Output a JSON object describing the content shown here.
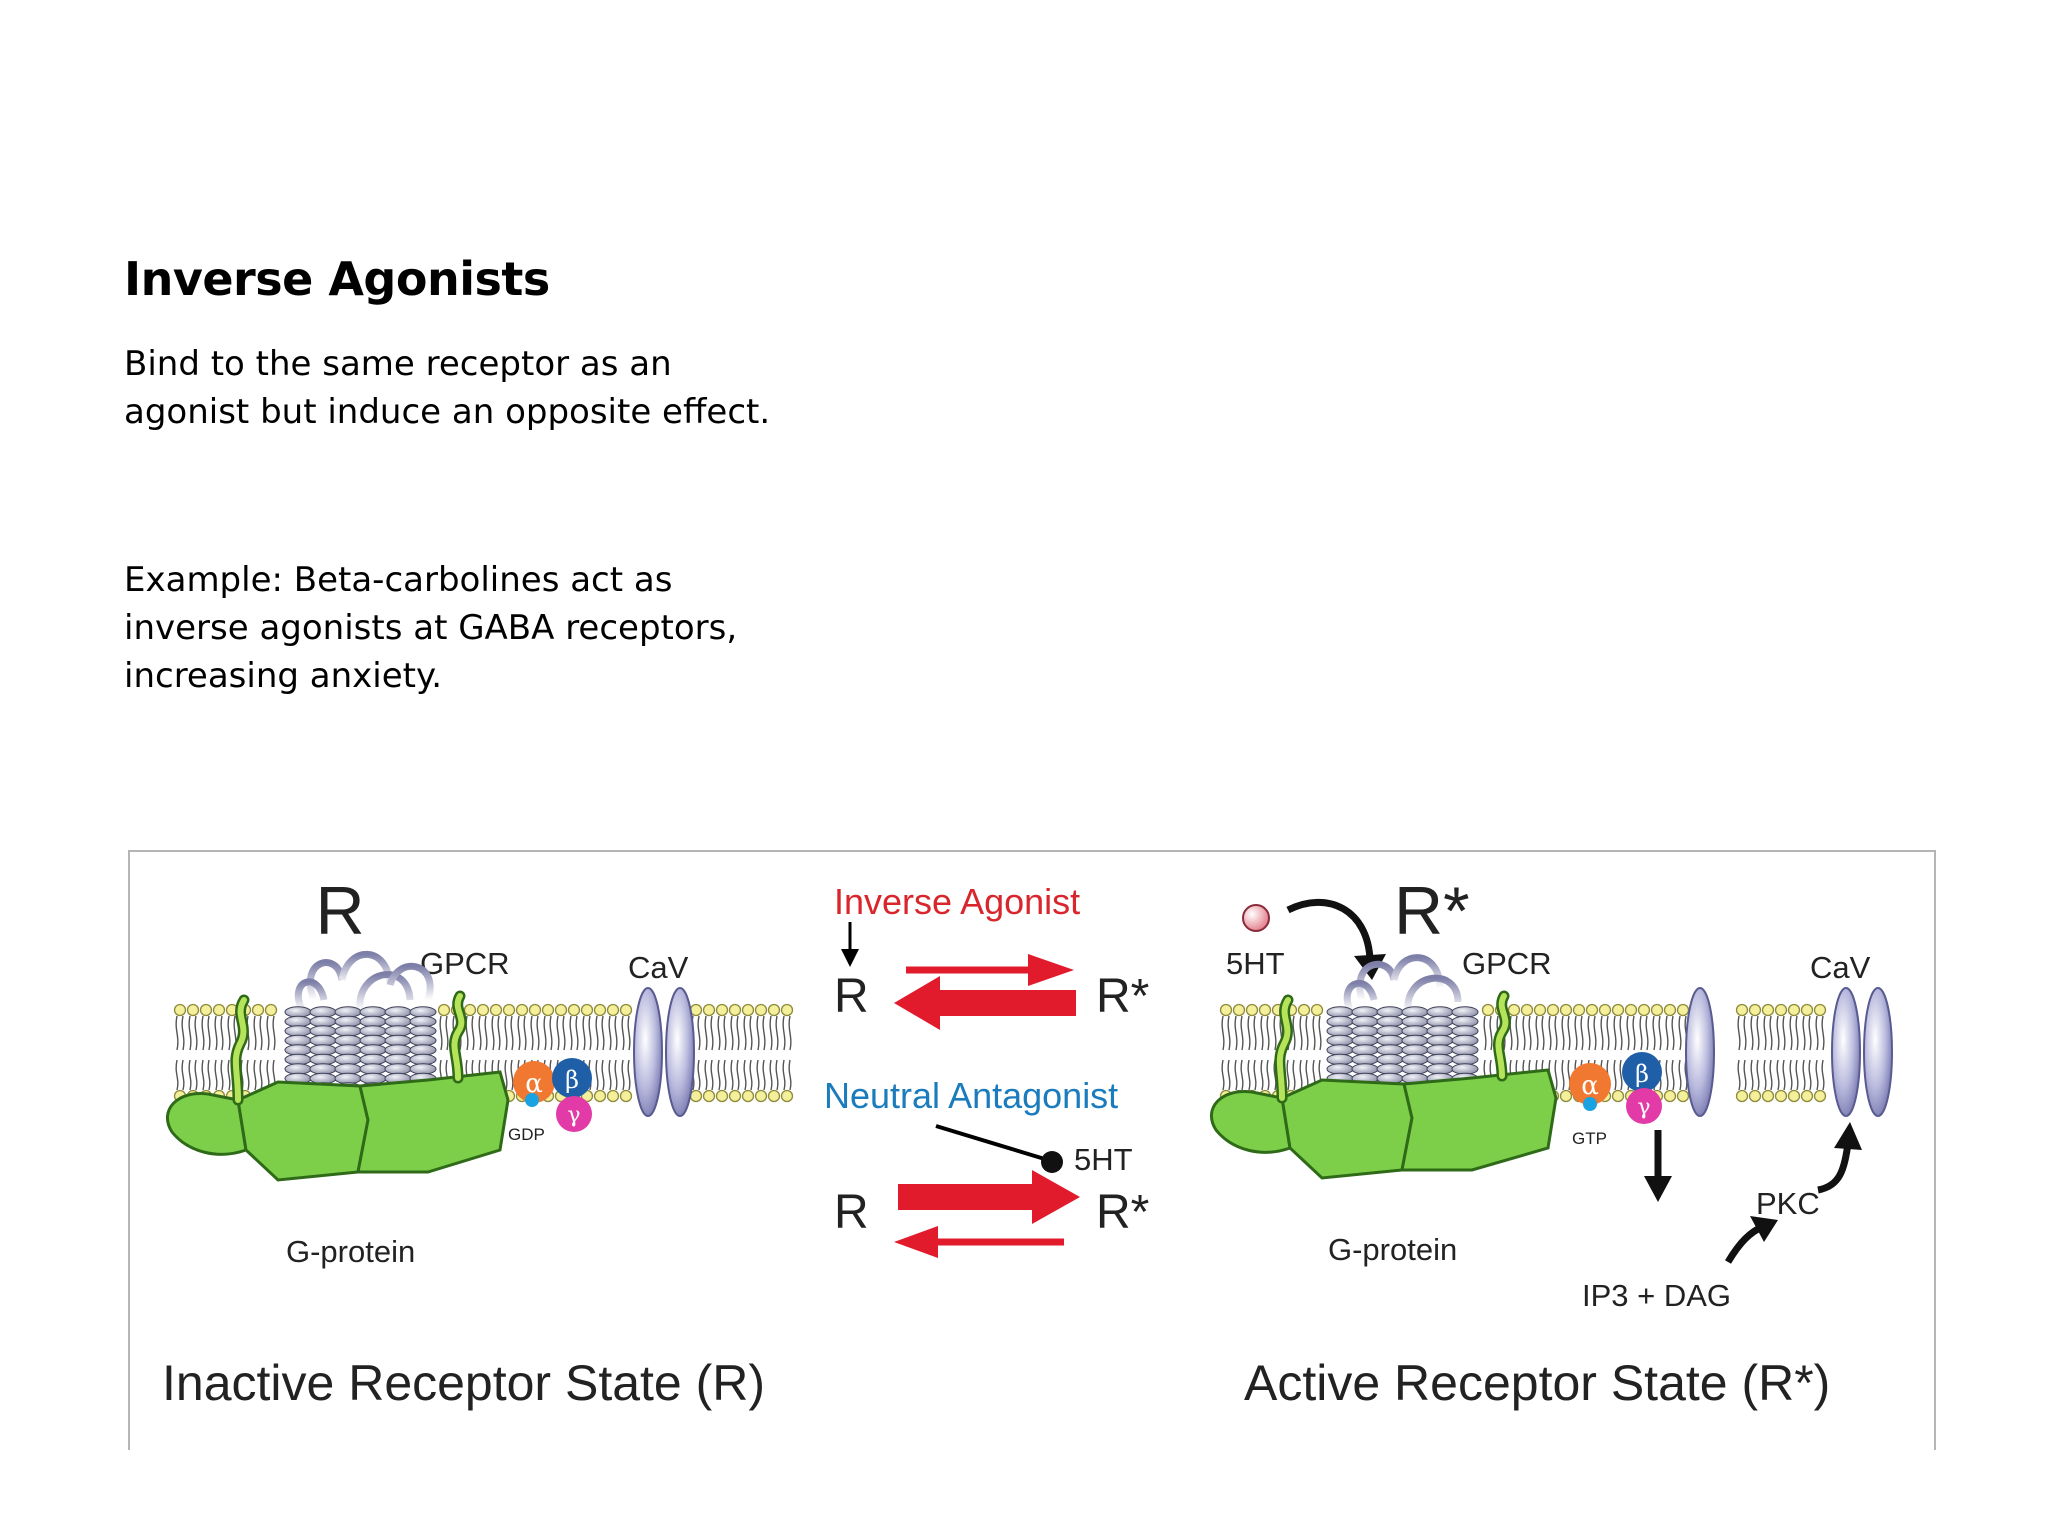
{
  "slide": {
    "title": "Inverse Agonists",
    "description_lines": [
      "Bind to the same receptor as an",
      "agonist but induce an opposite effect."
    ],
    "example_lines": [
      "Example: Beta-carbolines act as",
      "inverse agonists at GABA receptors,",
      "increasing anxiety."
    ]
  },
  "figure": {
    "left_panel": {
      "state_symbol": "R",
      "receptor_label": "GPCR",
      "channel_label": "CaV",
      "gprotein_label": "G-protein",
      "nucleotide_label": "GDP",
      "caption": "Inactive Receptor State (R)"
    },
    "center": {
      "inverse_agonist_label": "Inverse Agonist",
      "neutral_antagonist_label": "Neutral Antagonist",
      "ligand_label": "5HT",
      "r_label": "R",
      "r_star_label": "R*"
    },
    "right_panel": {
      "state_symbol": "R*",
      "ligand_label": "5HT",
      "receptor_label": "GPCR",
      "channel_label": "CaV",
      "gprotein_label": "G-protein",
      "nucleotide_label": "GTP",
      "pkc_label": "PKC",
      "second_messengers_label": "IP3 + DAG",
      "caption": "Active Receptor State (R*)"
    },
    "subunits": {
      "alpha": "α",
      "beta": "β",
      "gamma": "γ"
    },
    "colors": {
      "red_arrow": "#e21b2c",
      "inverse_agonist_text": "#d8262c",
      "neutral_antagonist_text": "#1a7bbd",
      "gprotein_green": "#7dcf4a",
      "alpha_orange": "#f07830",
      "beta_blue": "#1f5fa8",
      "gamma_magenta": "#e23aa6",
      "lipid_head": "#f4ef9a",
      "receptor_gray": "#b9bbcf",
      "channel_purple": "#8e8fc4"
    }
  }
}
